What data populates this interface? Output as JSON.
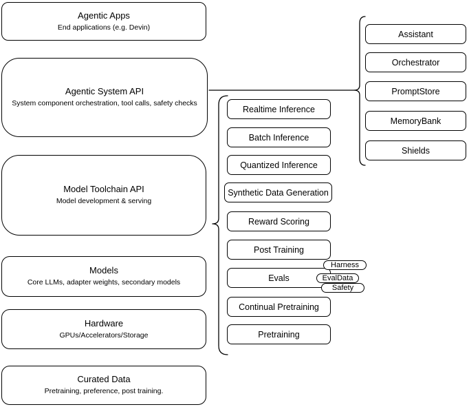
{
  "diagram_title": "Agentic system stack diagram",
  "left_column": [
    {
      "title": "Agentic Apps",
      "subtitle": "End applications (e.g. Devin)"
    },
    {
      "title": "Agentic System API",
      "subtitle": "System component orchestration, tool calls, safety checks"
    },
    {
      "title": "Model Toolchain API",
      "subtitle": "Model development & serving"
    },
    {
      "title": "Models",
      "subtitle": "Core LLMs, adapter weights, secondary models"
    },
    {
      "title": "Hardware",
      "subtitle": "GPUs/Accelerators/Storage"
    },
    {
      "title": "Curated Data",
      "subtitle": "Pretraining, preference, post training."
    }
  ],
  "middle_column": [
    "Realtime Inference",
    "Batch Inference",
    "Quantized Inference",
    "Synthetic Data Generation",
    "Reward Scoring",
    "Post Training",
    "Evals",
    "Continual Pretraining",
    "Pretraining"
  ],
  "evals_tags": [
    "Harness",
    "EvalData",
    "Safety"
  ],
  "right_column": [
    "Assistant",
    "Orchestrator",
    "PromptStore",
    "MemoryBank",
    "Shields"
  ],
  "colors": {
    "stroke": "#000000",
    "fill": "#ffffff",
    "background": "#ffffff",
    "text": "#000000"
  }
}
